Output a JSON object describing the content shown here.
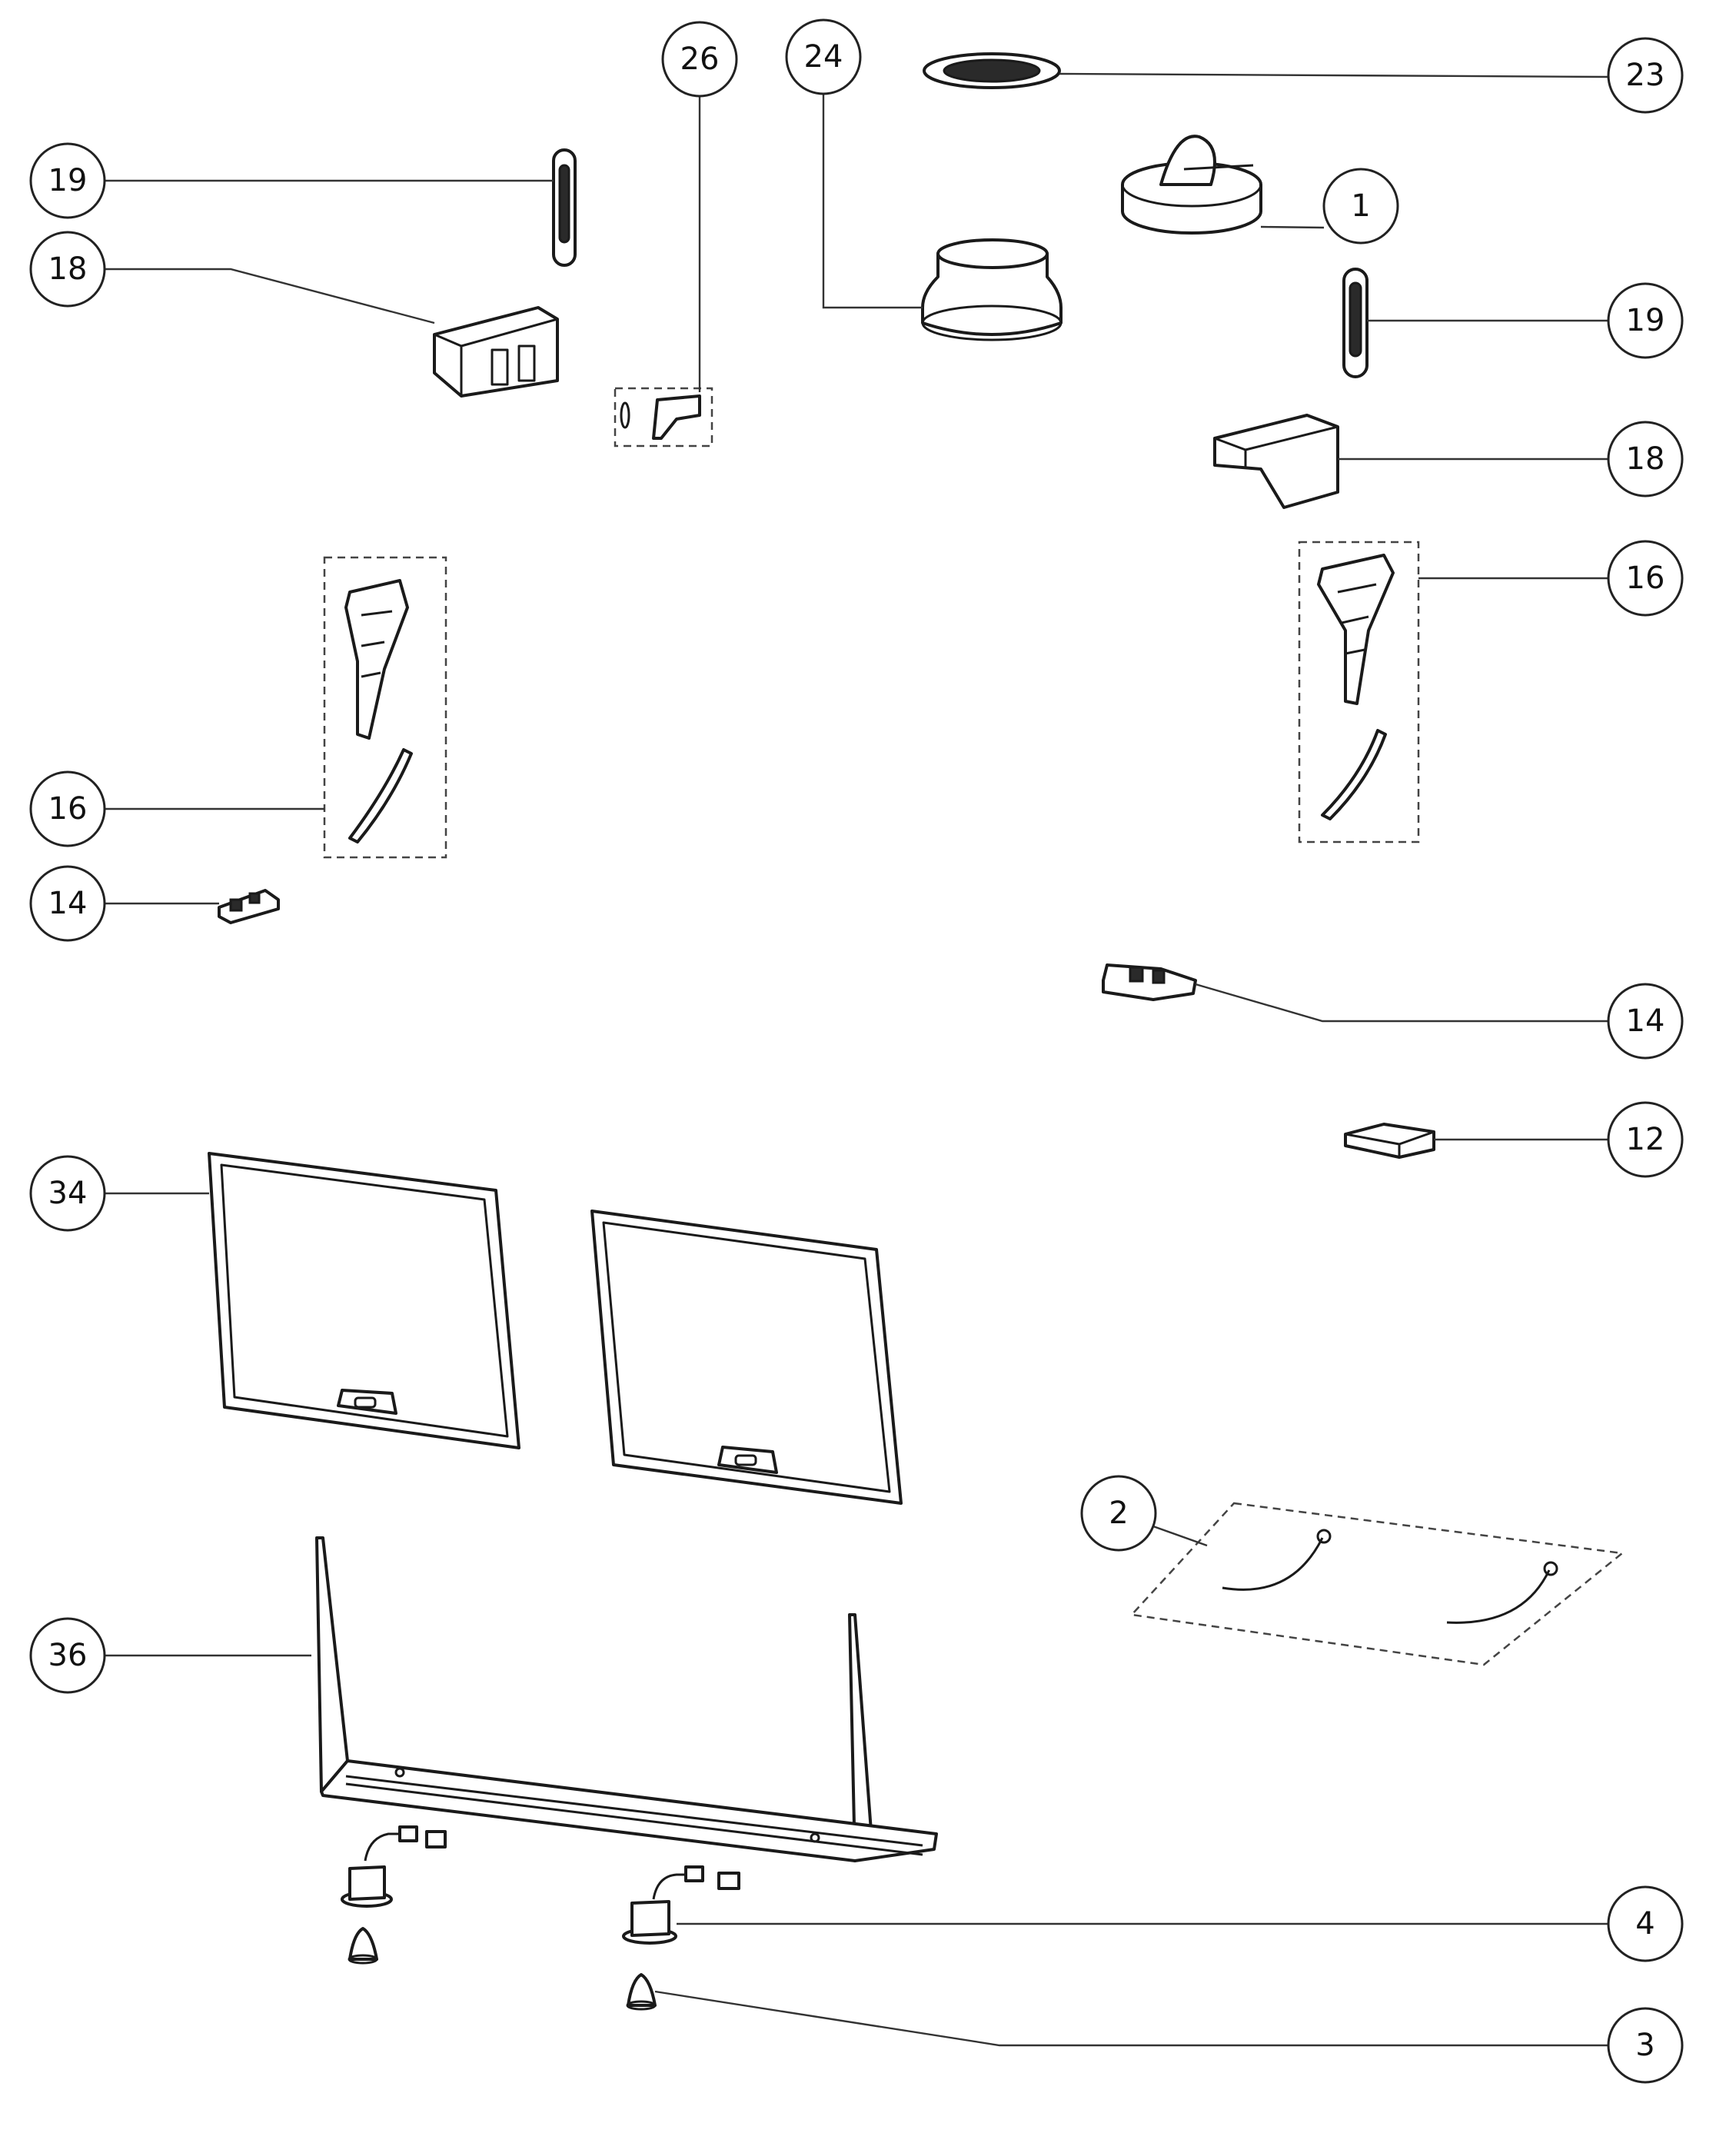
{
  "callouts": {
    "c1": "1",
    "c2": "2",
    "c3": "3",
    "c4": "4",
    "c12": "12",
    "c14_left": "14",
    "c14_right": "14",
    "c16_left": "16",
    "c16_right": "16",
    "c18_left": "18",
    "c18_right": "18",
    "c19_left": "19",
    "c19_right": "19",
    "c23": "23",
    "c24": "24",
    "c26": "26",
    "c34": "34",
    "c36": "36"
  },
  "colors": {
    "line": "#1a1a1a",
    "background": "#ffffff"
  }
}
